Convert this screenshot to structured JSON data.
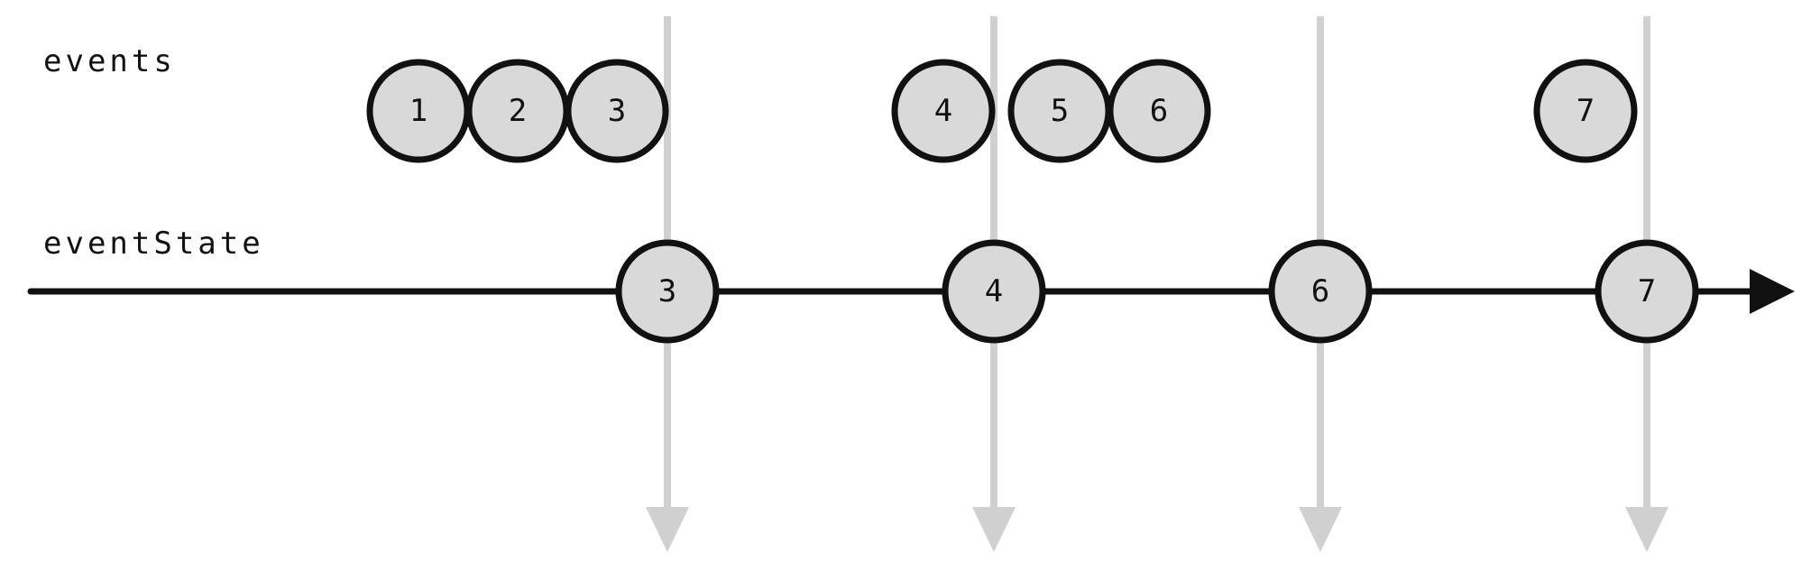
{
  "labels": {
    "events": "events",
    "event_state": "eventState"
  },
  "colors": {
    "marble_fill": "#d9d9d9",
    "marble_stroke": "#111111",
    "timeline": "#111111",
    "sample_line": "#d0d0d0"
  },
  "samples": [
    {
      "id": "sample-1",
      "input_events": [
        "1",
        "2",
        "3"
      ],
      "emitted_state": "3"
    },
    {
      "id": "sample-2",
      "input_events": [
        "4"
      ],
      "emitted_state": "4"
    },
    {
      "id": "sample-3",
      "input_events": [
        "5",
        "6"
      ],
      "emitted_state": "6"
    },
    {
      "id": "sample-4",
      "input_events": [
        "7"
      ],
      "emitted_state": "7"
    }
  ]
}
